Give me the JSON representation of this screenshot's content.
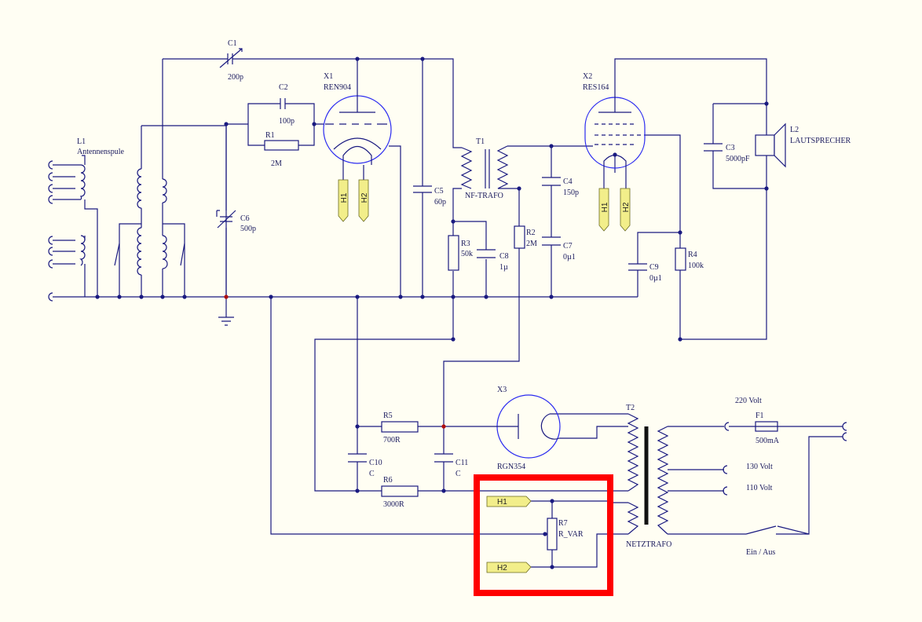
{
  "parts": {
    "c1": {
      "ref": "C1",
      "val": "200p"
    },
    "c2": {
      "ref": "C2",
      "val": "100p"
    },
    "r1": {
      "ref": "R1",
      "val": "2M"
    },
    "x1": {
      "ref": "X1",
      "val": "REN904"
    },
    "c5": {
      "ref": "C5",
      "val": "60p"
    },
    "t1": {
      "ref": "T1",
      "val": "NF-TRAFO"
    },
    "x2": {
      "ref": "X2",
      "val": "RES164"
    },
    "c3": {
      "ref": "C3",
      "val": "5000pF"
    },
    "l2": {
      "ref": "L2",
      "val": "LAUTSPRECHER"
    },
    "l1": {
      "ref": "L1",
      "val": "Antennenspule"
    },
    "c6": {
      "ref": "C6",
      "val": "500p"
    },
    "c4": {
      "ref": "C4",
      "val": "150p"
    },
    "r3": {
      "ref": "R3",
      "val": "50k"
    },
    "c8": {
      "ref": "C8",
      "val": "1µ"
    },
    "r2": {
      "ref": "R2",
      "val": "2M"
    },
    "c7": {
      "ref": "C7",
      "val": "0µ1"
    },
    "c9": {
      "ref": "C9",
      "val": "0µ1"
    },
    "r4": {
      "ref": "R4",
      "val": "100k"
    },
    "x3": {
      "ref": "X3",
      "val": "RGN354"
    },
    "t2": {
      "ref": "T2",
      "val": "NETZTRAFO"
    },
    "r5": {
      "ref": "R5",
      "val": "700R"
    },
    "r6": {
      "ref": "R6",
      "val": "3000R"
    },
    "c10": {
      "ref": "C10",
      "val": "C"
    },
    "c11": {
      "ref": "C11",
      "val": "C"
    },
    "r7": {
      "ref": "R7",
      "val": "R_VAR"
    },
    "f1": {
      "ref": "F1",
      "val": "500mA"
    }
  },
  "heaters": {
    "h1": "H1",
    "h2": "H2"
  },
  "mains": {
    "v220": "220 Volt",
    "v130": "130 Volt",
    "v110": "110 Volt",
    "switch": "Ein / Aus"
  },
  "colors": {
    "wire": "#1a1a80",
    "tube": "#2a2af0",
    "heater_fill": "#f2ee8a",
    "highlight": "#ff0000",
    "background": "#fffef3"
  }
}
